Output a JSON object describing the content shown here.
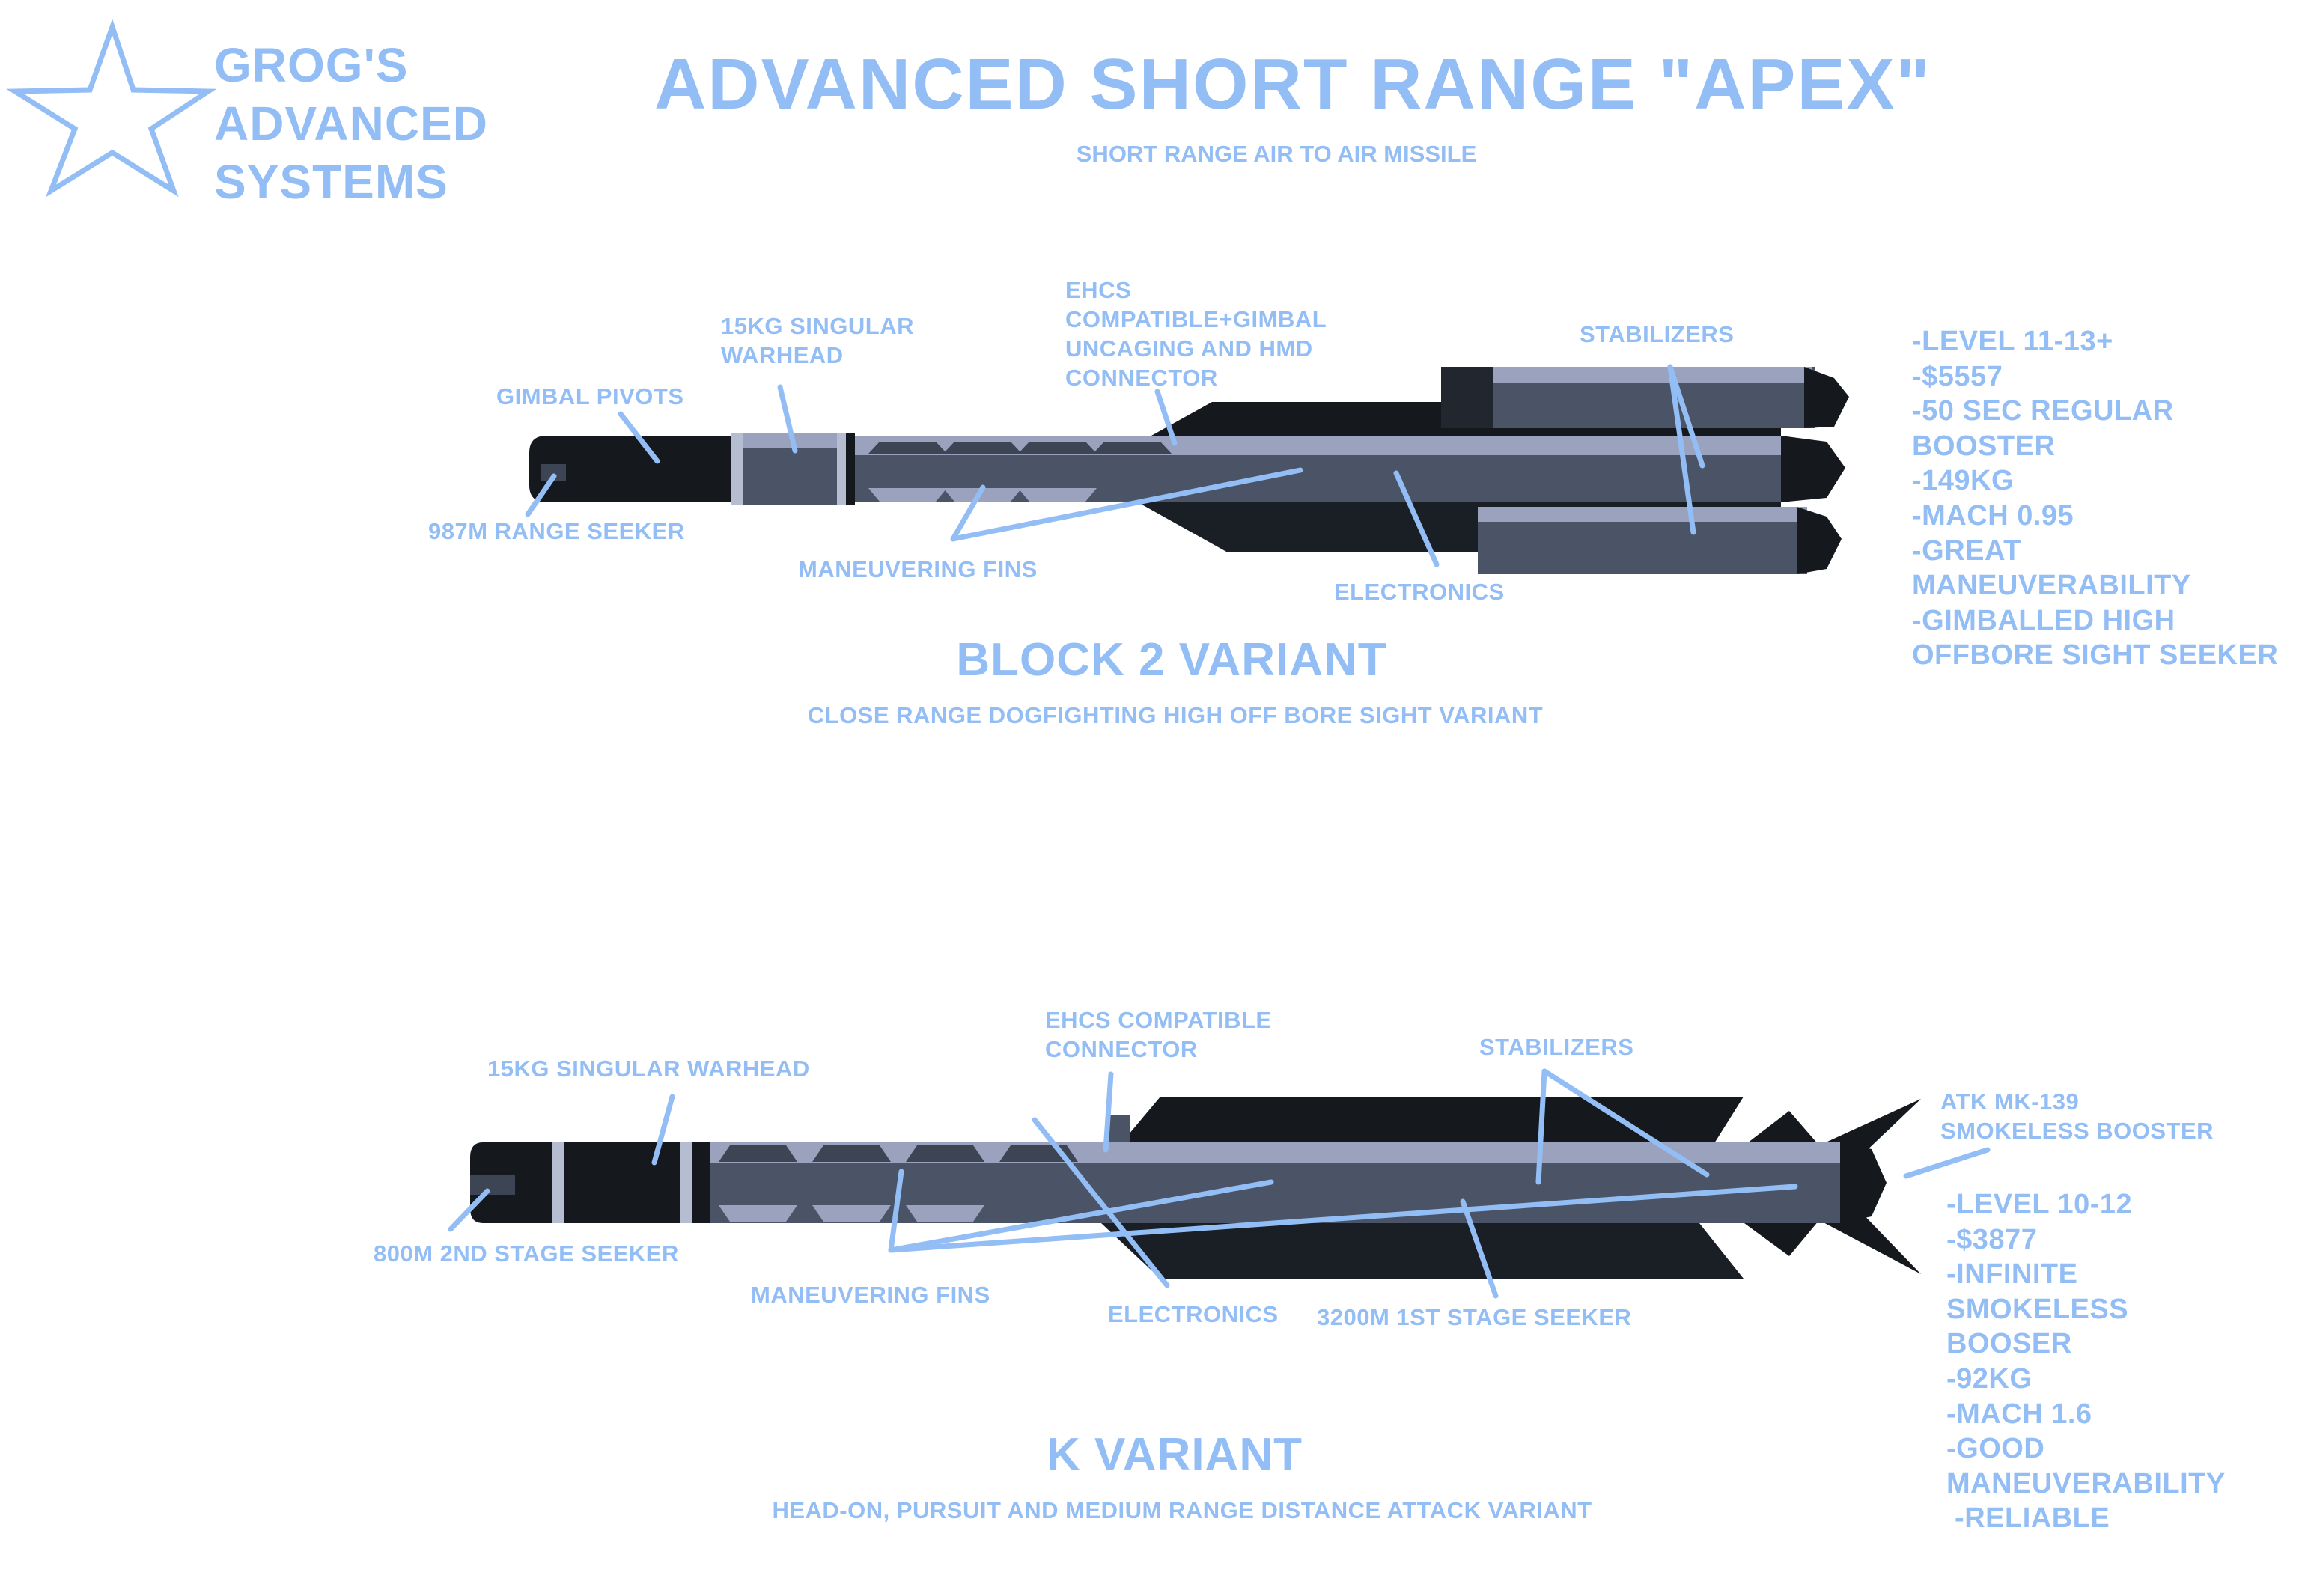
{
  "brand": {
    "lines": [
      "GROG'S",
      "ADVANCED",
      "SYSTEMS"
    ],
    "logo_icon": "star-outline-icon"
  },
  "header": {
    "title": "ADVANCED SHORT RANGE \"APEX\"",
    "subtitle": "SHORT RANGE AIR TO AIR MISSILE"
  },
  "colors": {
    "text": "#93bdf5",
    "missile_dark": "#15181d",
    "missile_body": "#4a5466",
    "missile_light": "#9aa2bd"
  },
  "block2": {
    "labels": {
      "warhead": [
        "15KG SINGULAR",
        "WARHEAD"
      ],
      "connector": [
        "EHCS",
        "COMPATIBLE+GIMBAL",
        "UNCAGING AND HMD",
        "CONNECTOR"
      ],
      "gimbal": "GIMBAL PIVOTS",
      "stabilizers": "STABILIZERS",
      "seeker": "987M RANGE SEEKER",
      "fins": "MANEUVERING FINS",
      "electronics": "ELECTRONICS"
    },
    "name": "BLOCK 2 VARIANT",
    "description": "CLOSE RANGE DOGFIGHTING HIGH OFF BORE SIGHT VARIANT",
    "specs": [
      "-LEVEL 11-13+",
      "-$5557",
      "-50 SEC REGULAR",
      "BOOSTER",
      "-149KG",
      "-MACH 0.95",
      "-GREAT",
      "MANEUVERABILITY",
      "-GIMBALLED HIGH",
      "OFFBORE SIGHT SEEKER"
    ]
  },
  "kvariant": {
    "labels": {
      "warhead": "15KG SINGULAR WARHEAD",
      "connector": [
        "EHCS COMPATIBLE",
        "CONNECTOR"
      ],
      "stabilizers": "STABILIZERS",
      "booster": [
        "ATK MK-139",
        "SMOKELESS BOOSTER"
      ],
      "seeker2": "800M 2ND STAGE SEEKER",
      "fins": "MANEUVERING FINS",
      "electronics": "ELECTRONICS",
      "seeker1": "3200M 1ST STAGE SEEKER"
    },
    "name": "K VARIANT",
    "description": "HEAD-ON, PURSUIT AND MEDIUM RANGE DISTANCE ATTACK VARIANT",
    "specs": [
      "-LEVEL 10-12",
      "-$3877",
      "-INFINITE",
      "SMOKELESS",
      "BOOSER",
      "-92KG",
      "-MACH 1.6",
      "-GOOD",
      "MANEUVERABILITY",
      " -RELIABLE"
    ]
  }
}
